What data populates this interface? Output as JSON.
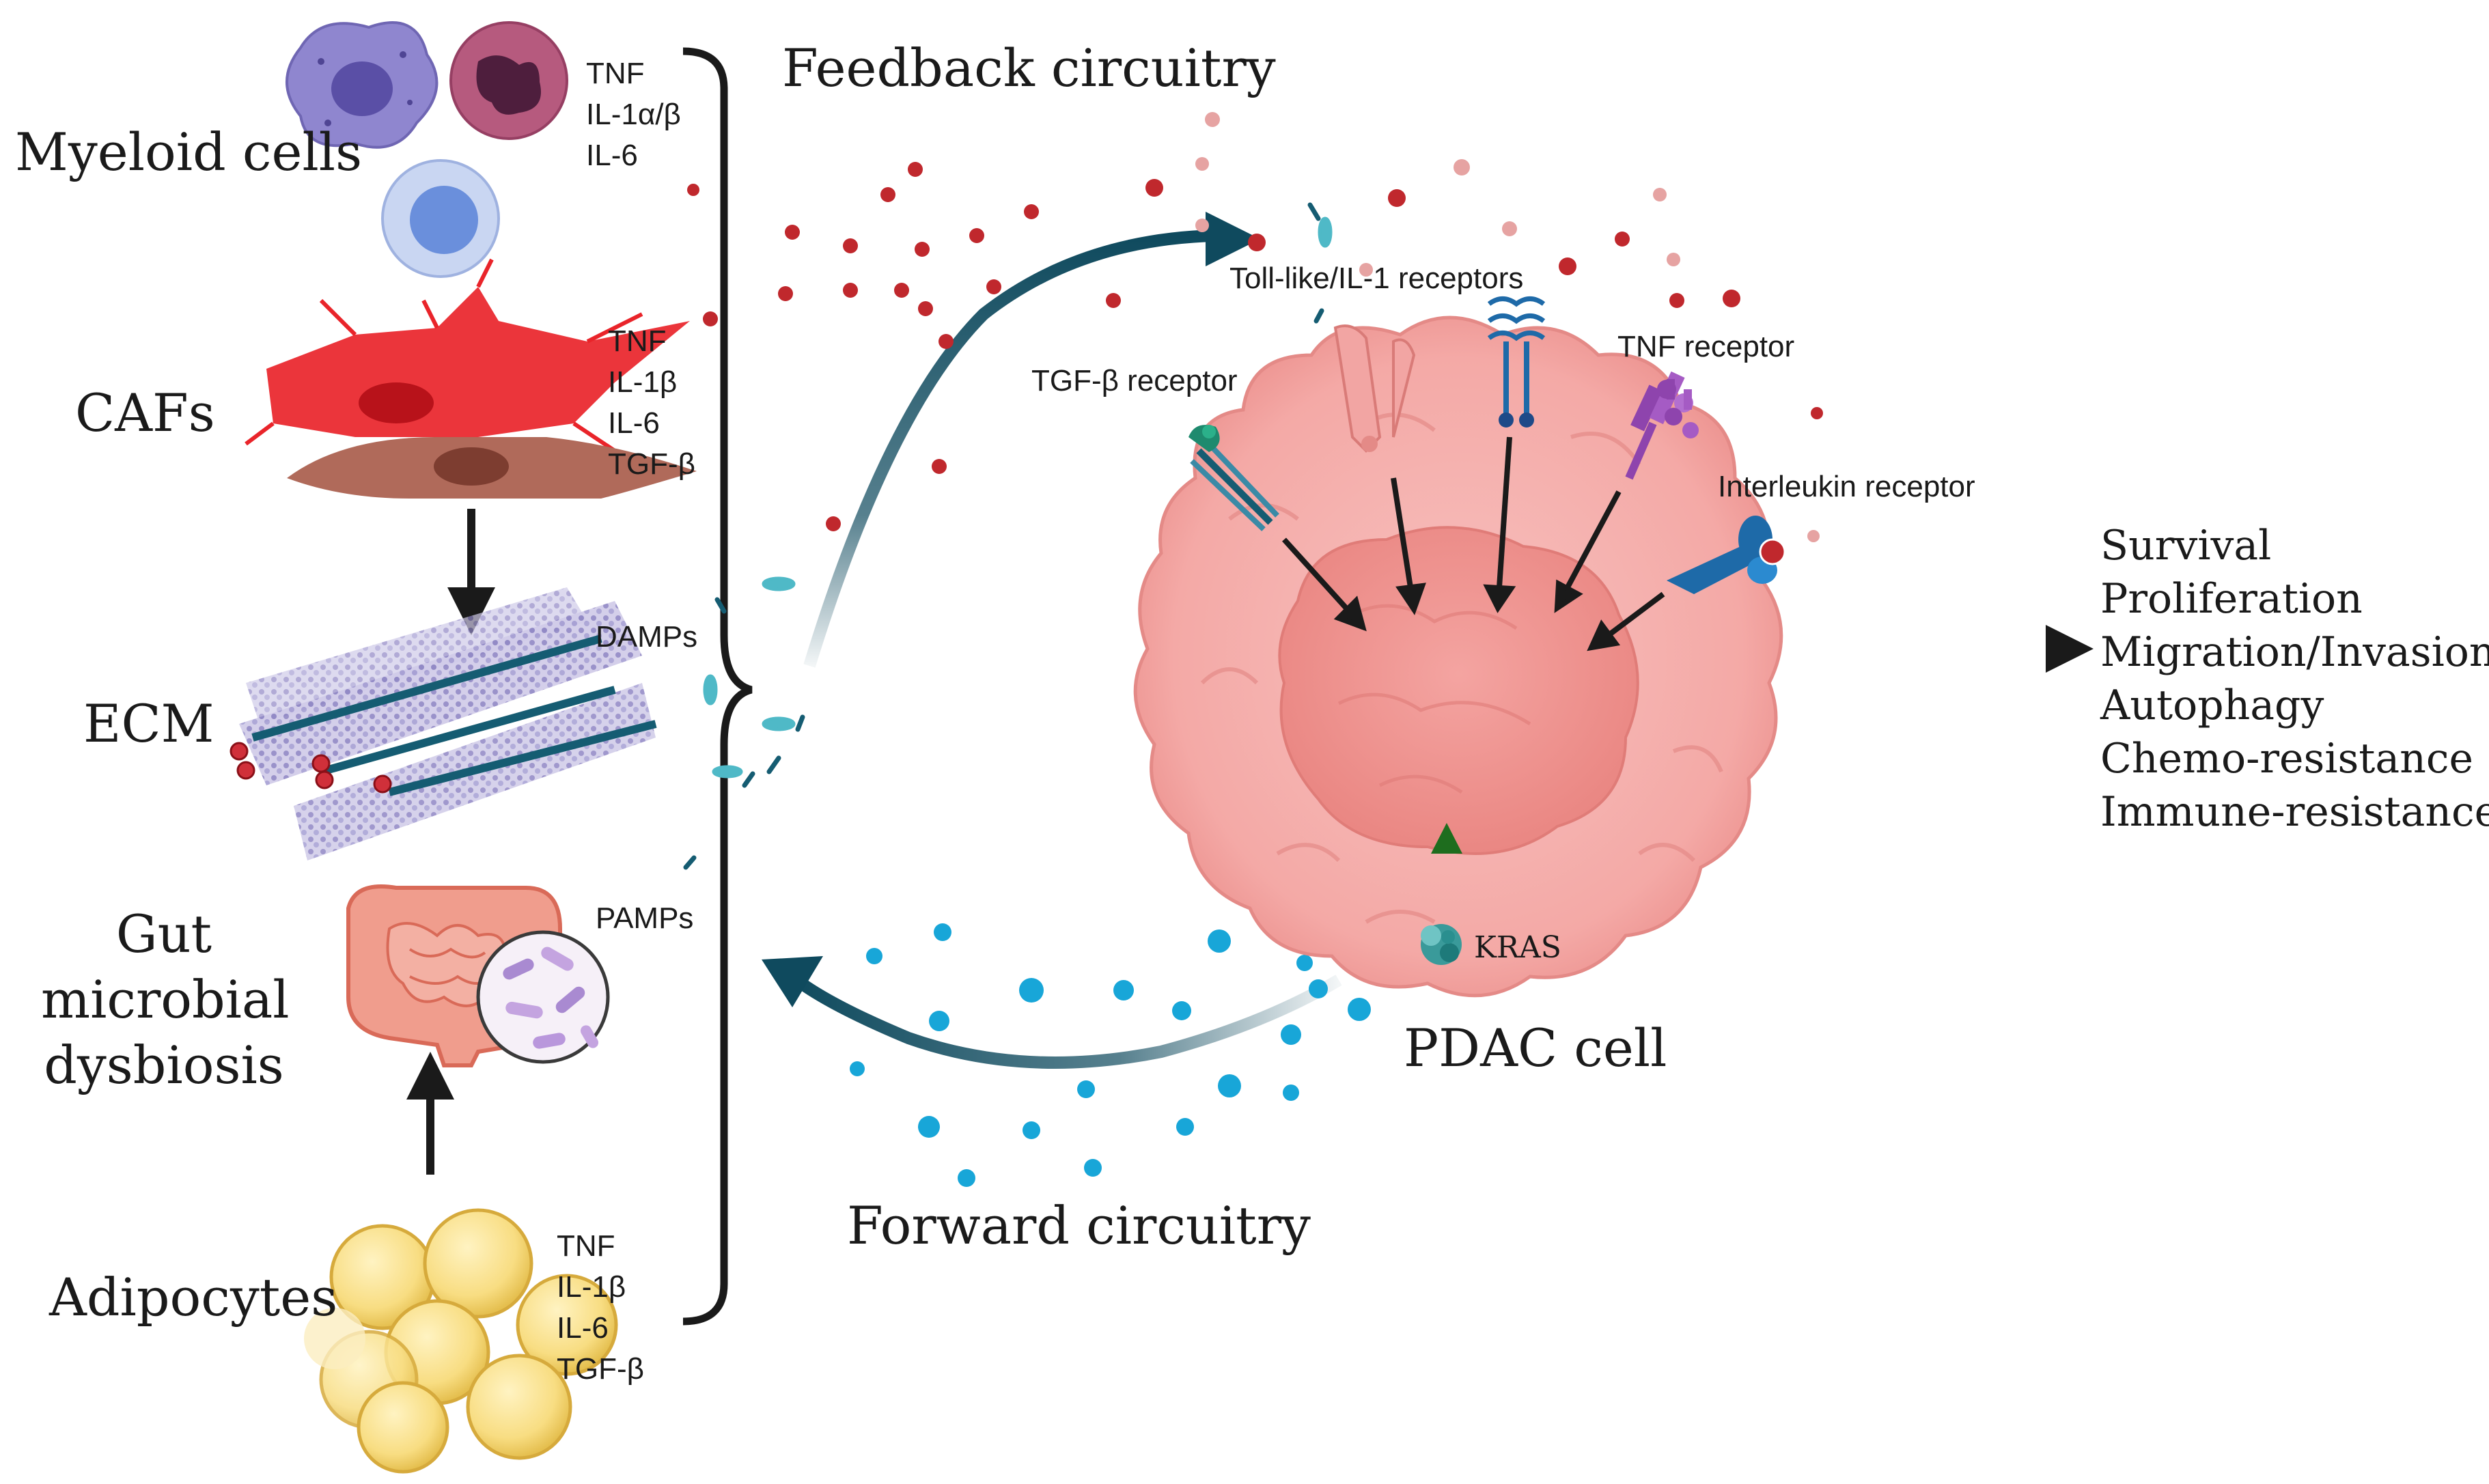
{
  "sources": {
    "myeloid": {
      "label": "Myeloid cells",
      "cytokines": [
        "TNF",
        "IL-1α/β",
        "IL-6"
      ]
    },
    "cafs": {
      "label": "CAFs",
      "cytokines": [
        "TNF",
        "IL-1β",
        "IL-6",
        "TGF-β"
      ]
    },
    "ecm": {
      "label": "ECM",
      "signal": "DAMPs"
    },
    "gut": {
      "label_lines": [
        "Gut",
        "microbial",
        "dysbiosis"
      ],
      "signal": "PAMPs"
    },
    "adipocytes": {
      "label": "Adipocytes",
      "cytokines": [
        "TNF",
        "IL-1β",
        "IL-6",
        "TGF-β"
      ]
    }
  },
  "circuits": {
    "feedback": "Feedback circuitry",
    "forward": "Forward circuitry"
  },
  "receptors": {
    "toll": "Toll-like/IL-1 receptors",
    "tgf": "TGF-β receptor",
    "tnf": "TNF receptor",
    "interleukin": "Interleukin receptor"
  },
  "cell": {
    "label": "PDAC cell",
    "oncogene": "KRAS"
  },
  "outcomes": [
    "Survival",
    "Proliferation",
    "Migration/Invasion",
    "Autophagy",
    "Chemo-resistance",
    "Immune-resistance"
  ],
  "colors": {
    "feedback_arrow": "#0f4a5e",
    "cytokine_dot": "#c0282d",
    "forward_dot": "#18a6d8",
    "cell": "#f4a9a6",
    "nucleus": "#f08f8c",
    "caf": "#e9242a",
    "caf_brown": "#b06a5a",
    "kras_arrow": "#1e6d1e"
  }
}
